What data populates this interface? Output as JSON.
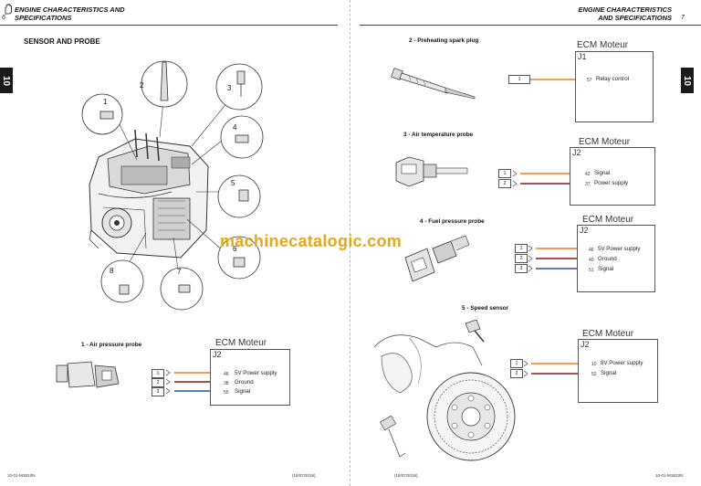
{
  "left_page": {
    "header": "ENGINE CHARACTERISTICS AND SPECIFICATIONS",
    "page_number": "6",
    "section_title": "SENSOR AND PROBE",
    "tab_label": "10",
    "callouts": [
      "1",
      "2",
      "3",
      "4",
      "5",
      "6",
      "7",
      "8"
    ],
    "air_pressure": {
      "caption": "1 - Air pressure probe",
      "ecm_title": "ECM Moteur",
      "connector": "J2",
      "rows": [
        {
          "term": "1",
          "pin": "46",
          "signal": "5V Power supply",
          "color": "#e8821e"
        },
        {
          "term": "2",
          "pin": "38",
          "signal": "Ground",
          "color": "#8b1a1a"
        },
        {
          "term": "3",
          "pin": "55",
          "signal": "Signal",
          "color": "#2a4fb0"
        }
      ]
    },
    "footer_left": "10-01-M1B10N",
    "footer_right": "(15/07/2016)"
  },
  "right_page": {
    "header": "ENGINE CHARACTERISTICS AND SPECIFICATIONS",
    "page_number": "7",
    "tab_label": "10",
    "glow_plug": {
      "caption": "2 - Preheating spark plug",
      "ecm_title": "ECM Moteur",
      "connector": "J1",
      "rows": [
        {
          "term": "1",
          "pin": "57",
          "signal": "Relay control",
          "color": "#e8821e"
        }
      ]
    },
    "air_temp": {
      "caption": "3 - Air temperature probe",
      "ecm_title": "ECM Moteur",
      "connector": "J2",
      "rows": [
        {
          "term": "1",
          "pin": "42",
          "signal": "Signal",
          "color": "#e8821e"
        },
        {
          "term": "2",
          "pin": "37",
          "signal": "Power supply",
          "color": "#8b1a1a"
        }
      ]
    },
    "fuel_pressure": {
      "caption": "4 - Fuel pressure probe",
      "ecm_title": "ECM Moteur",
      "connector": "J2",
      "rows": [
        {
          "term": "1",
          "pin": "46",
          "signal": "5V Power supply",
          "color": "#e8821e"
        },
        {
          "term": "2",
          "pin": "40",
          "signal": "Ground",
          "color": "#8b1a1a"
        },
        {
          "term": "3",
          "pin": "51",
          "signal": "Signal",
          "color": "#2a4fb0"
        }
      ]
    },
    "speed_sensor": {
      "caption": "5 - Speed sensor",
      "ecm_title": "ECM Moteur",
      "connector": "J2",
      "rows": [
        {
          "term": "1",
          "pin": "10",
          "signal": "8V Power supply",
          "color": "#e8821e"
        },
        {
          "term": "2",
          "pin": "52",
          "signal": "Signal",
          "color": "#8b1a1a"
        }
      ]
    },
    "footer_left": "(15/07/2016)",
    "footer_right": "10-01-M1B10N"
  },
  "watermark": "machinecatalogic.com"
}
